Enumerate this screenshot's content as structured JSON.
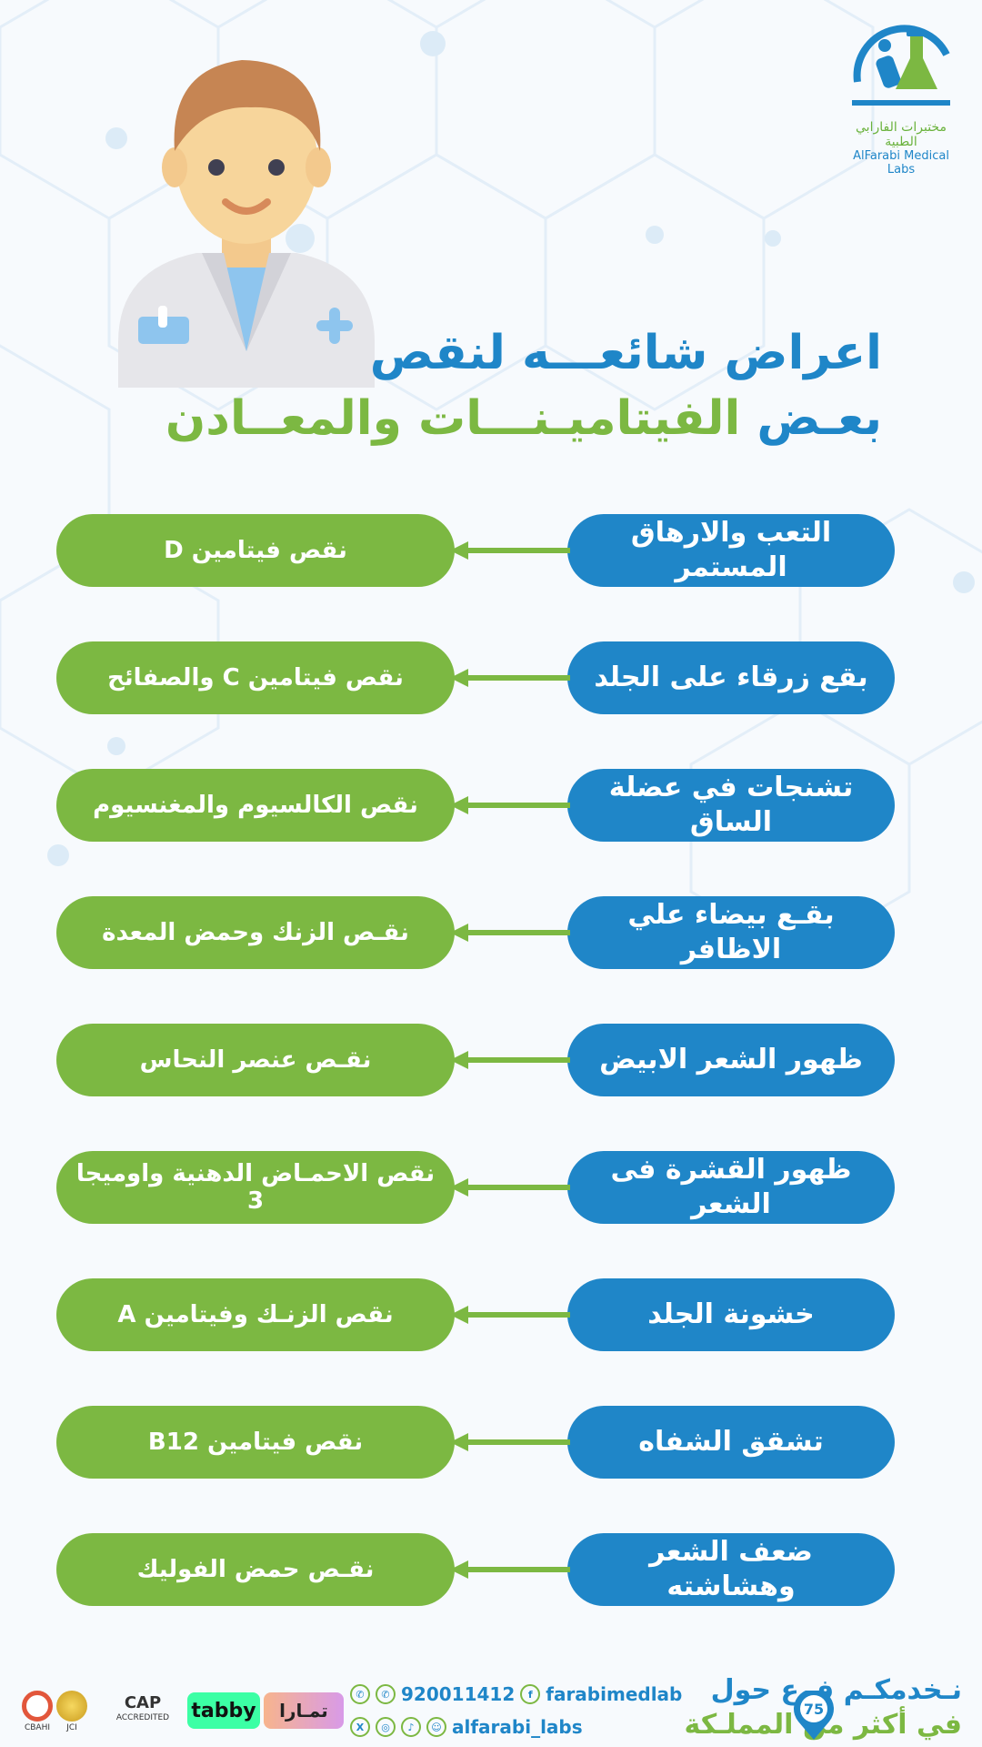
{
  "logo": {
    "name_ar": "مختبرات الفارابي الطبية",
    "name_en": "AlFarabi Medical Labs"
  },
  "title": {
    "line1": "اعراض شائعـــه لنقص",
    "line2_part1": "بعـض",
    "line2_part2": "الفيتاميـنـــات والمعــادن"
  },
  "rows": [
    {
      "symptom": "التعب والارهاق المستمر",
      "cause": "نقص فيتامين D"
    },
    {
      "symptom": "بقع زرقاء على الجلد",
      "cause": "نقص فيتامين C والصفائح"
    },
    {
      "symptom": "تشنجات في عضلة الساق",
      "cause": "نقص الكالسيوم والمغنسيوم"
    },
    {
      "symptom": "بقـع بيضاء علي الاظافر",
      "cause": "نقـص الزنك وحمض المعدة"
    },
    {
      "symptom": "ظهور الشعر الابيض",
      "cause": "نقـص عنصر النحاس"
    },
    {
      "symptom": "ظهور القشرة فى الشعر",
      "cause": "نقص الاحمـاض الدهنية واوميجا 3"
    },
    {
      "symptom": "خشونة الجلد",
      "cause": "نقص الزنـك وفيتامين A"
    },
    {
      "symptom": "تشقق الشفاه",
      "cause": "نقص فيتامين B12"
    },
    {
      "symptom": "ضعف الشعر وهشاشته",
      "cause": "نقـص حمض الفوليك"
    }
  ],
  "footer": {
    "serve_line1": "نـخدمكـم فرع حول",
    "serve_line2": "في أكثر من المملـكة",
    "branches": "75",
    "phone": "920011412",
    "facebook": "farabimedlab",
    "social": "alfarabi_labs",
    "tamara": "تمـارا",
    "tabby": "tabby",
    "cap": "CAP",
    "cap_sub": "ACCREDITED",
    "jci": "JCI",
    "cbahi": "CBAHI"
  },
  "colors": {
    "blue": "#1f86c8",
    "green": "#7cb842"
  }
}
